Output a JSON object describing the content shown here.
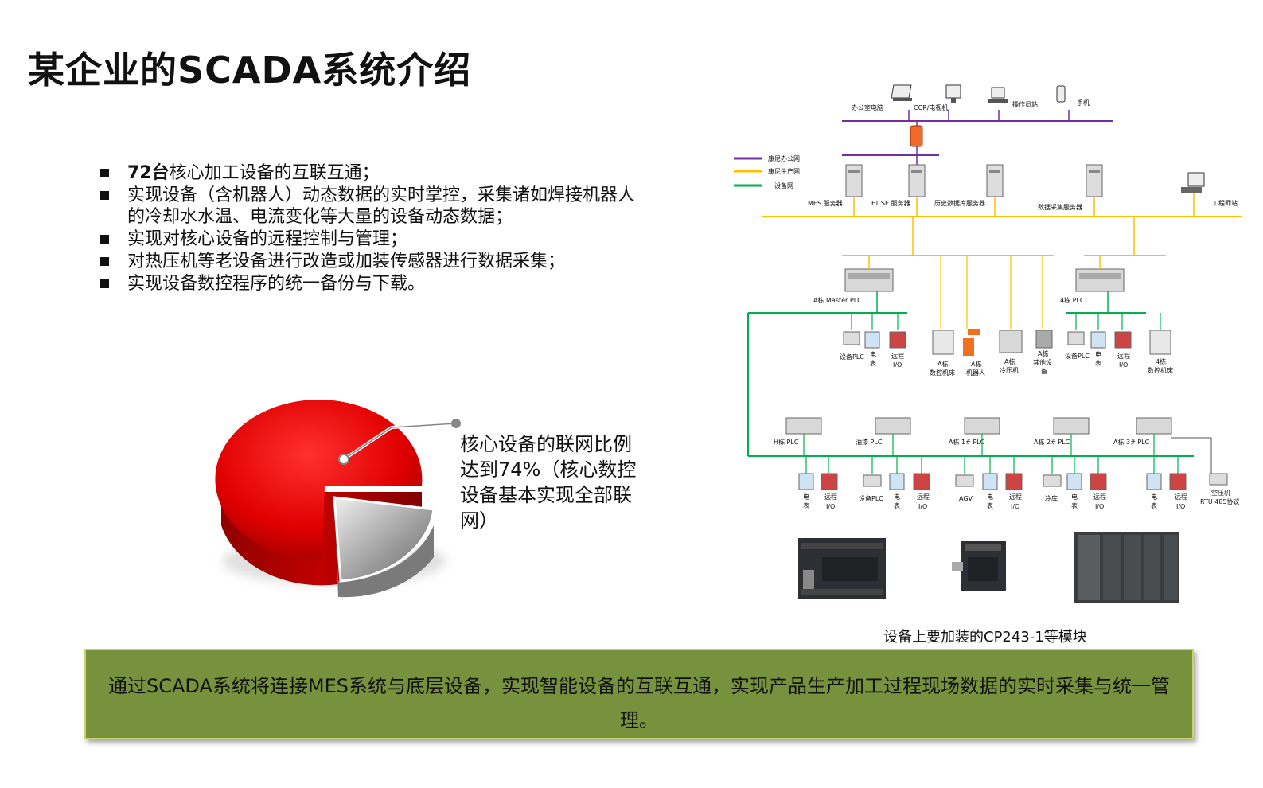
{
  "slide": {
    "title": "某企业的SCADA系统介绍",
    "bullets": [
      {
        "bold": "72台",
        "text": "核心加工设备的互联互通；"
      },
      {
        "bold": "",
        "text": "实现设备（含机器人）动态数据的实时掌控，采集诸如焊接机器人的冷却水水温、电流变化等大量的设备动态数据；"
      },
      {
        "bold": "",
        "text": "实现对核心设备的远程控制与管理；"
      },
      {
        "bold": "",
        "text": "对热压机等老设备进行改造或加装传感器进行数据采集；"
      },
      {
        "bold": "",
        "text": "实现设备数控程序的统一备份与下载。"
      }
    ],
    "pie_label": "核心设备的联网比例达到74%（核心数控设备基本实现全部联网）",
    "pie_percent": 74,
    "module_caption": "设备上要加装的CP243-1等模块",
    "banner_text": "通过SCADA系统将连接MES系统与底层设备，实现智能设备的互联互通，实现产品生产加工过程现场数据的实时采集与统一管理。",
    "colors": {
      "banner": "#77923c",
      "pie_red": "#e00000",
      "pie_gray": "#8c8c8c",
      "office_net": "#7030a0",
      "prod_net": "#ffc000",
      "device_net": "#00b050"
    }
  },
  "diagram": {
    "top_clients": [
      "办公室电脑",
      "CCR/电视机",
      "操作员站",
      "手机"
    ],
    "legend": [
      "康尼办公网",
      "康尼生产网",
      "设备网"
    ],
    "servers": [
      "MES 服务器",
      "FT SE 服务器",
      "历史数据库服务器",
      "数据采集服务器",
      "工程师站"
    ],
    "plc_upper": [
      "A栋 Master PLC",
      "4栋  PLC"
    ],
    "upper_devices": [
      {
        "label1": "设备PLC"
      },
      {
        "label1": "电",
        "label2": "表"
      },
      {
        "label1": "远程",
        "label2": "I/O"
      },
      {
        "label1": "A栋",
        "label2": "数控机床"
      },
      {
        "label1": "A栋",
        "label2": "机器人"
      },
      {
        "label1": "A栋",
        "label2": "冷压机"
      },
      {
        "label1": "A栋",
        "label2": "其他设",
        "label3": "备"
      },
      {
        "label1": "设备PLC"
      },
      {
        "label1": "电",
        "label2": "表"
      },
      {
        "label1": "远程",
        "label2": "I/O"
      },
      {
        "label1": "4栋",
        "label2": "数控机床"
      }
    ],
    "plc_lower": [
      "H栋 PLC",
      "油漆 PLC",
      "A栋 1# PLC",
      "A栋 2# PLC",
      "A栋 3# PLC"
    ],
    "lower_devices": [
      {
        "label1": "电",
        "label2": "表"
      },
      {
        "label1": "远程",
        "label2": "I/O"
      },
      {
        "label1": "设备PLC"
      },
      {
        "label1": "电",
        "label2": "表"
      },
      {
        "label1": "远程",
        "label2": "I/O"
      },
      {
        "label1": "AGV"
      },
      {
        "label1": "电",
        "label2": "表"
      },
      {
        "label1": "远程",
        "label2": "I/O"
      },
      {
        "label1": "冷库"
      },
      {
        "label1": "电",
        "label2": "表"
      },
      {
        "label1": "远程",
        "label2": "I/O"
      },
      {
        "label1": "电",
        "label2": "表"
      },
      {
        "label1": "远程",
        "label2": "I/O"
      },
      {
        "label1": "空压机",
        "label2": "RTU 485协议"
      }
    ]
  }
}
